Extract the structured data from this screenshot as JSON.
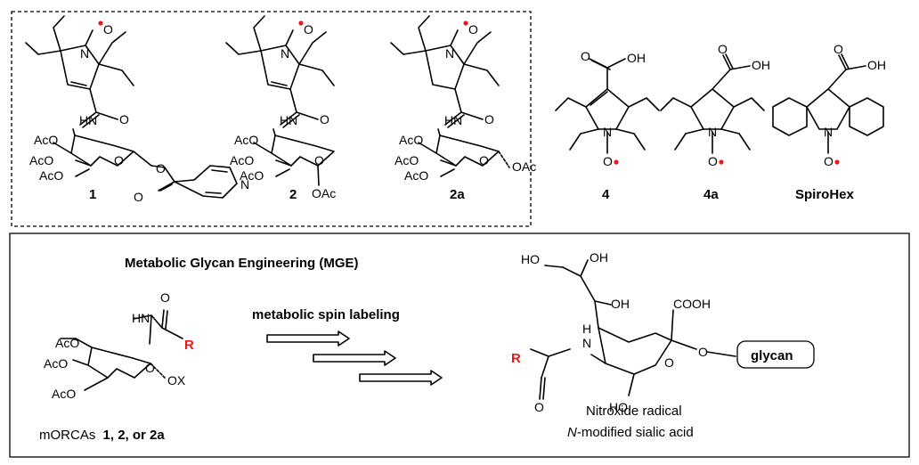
{
  "colors": {
    "radical_dot": "#e8191c",
    "r_group": "#e8191c",
    "ink": "#000000"
  },
  "compounds": {
    "c1": {
      "label": "1",
      "atoms": [
        "O",
        "N",
        "HN",
        "O",
        "AcO",
        "AcO",
        "AcO",
        "O",
        "O",
        "O",
        "N"
      ]
    },
    "c2": {
      "label": "2",
      "atoms": [
        "O",
        "N",
        "HN",
        "O",
        "AcO",
        "AcO",
        "AcO",
        "O",
        "OAc"
      ]
    },
    "c2a": {
      "label": "2a",
      "atoms": [
        "O",
        "N",
        "HN",
        "O",
        "AcO",
        "AcO",
        "AcO",
        "O",
        "OAc"
      ]
    },
    "c4": {
      "label": "4",
      "atoms": [
        "O",
        "OH",
        "N",
        "O"
      ]
    },
    "c4a": {
      "label": "4a",
      "atoms": [
        "O",
        "OH",
        "N",
        "O"
      ]
    },
    "spirohex": {
      "label": "SpiroHex",
      "atoms": [
        "O",
        "OH",
        "N",
        "O"
      ]
    }
  },
  "mge": {
    "title": "Metabolic Glycan Engineering (MGE)",
    "arrow_label": "metabolic spin labeling",
    "reactant": {
      "caption_prefix": "mORCAs",
      "caption_bold": "1, 2, or 2a",
      "r_group": "R",
      "atoms": [
        "O",
        "HN",
        "AcO",
        "AcO",
        "AcO",
        "O",
        "OX"
      ]
    },
    "product": {
      "r_group": "R",
      "glycan": "glycan",
      "atoms": [
        "HO",
        "OH",
        "OH",
        "COOH",
        "N",
        "H",
        "O",
        "O",
        "O",
        "HO"
      ],
      "caption_line1": "Nitroxide radical",
      "caption_line2_italic": "N",
      "caption_line2_rest": "-modified sialic acid"
    }
  }
}
